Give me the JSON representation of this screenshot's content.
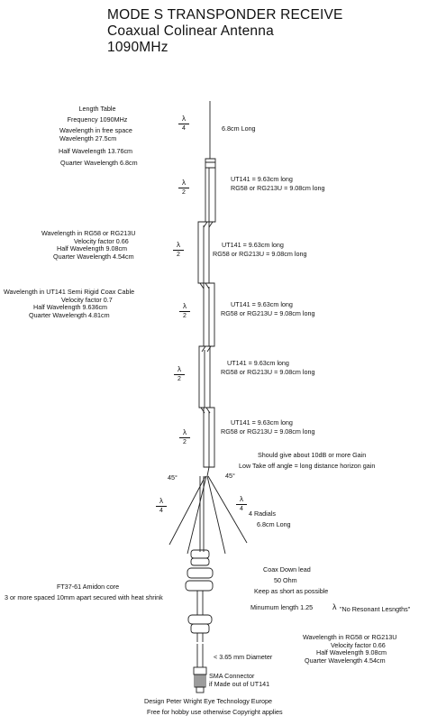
{
  "title": {
    "line1": "MODE S TRANSPONDER RECEIVE",
    "line2": "Coaxual Colinear Antenna",
    "line3": "1090MHz"
  },
  "length_table": {
    "heading": "Length Table",
    "frequency": "Frequency 1090MHz",
    "wl_free_1": "Wavelength in free space",
    "wl_free_2": "Wavelength 27.5cm",
    "half_wl": "Half Wavelength 13.76cm",
    "quarter_wl": "Quarter Wavelength 6.8cm"
  },
  "rg58_block_left": {
    "line1": "Wavelength in RG58 or RG213U",
    "line2": "Velocity factor 0.66",
    "line3": "Half Wavelength 9.08cm",
    "line4": "Quarter Wavelength 4.54cm"
  },
  "ut141_block": {
    "line1": "Wavelength in UT141 Semi Rigid Coax Cable",
    "line2": "Velocity factor 0.7",
    "line3": "Half Wavelength 9.636cm",
    "line4": "Quarter Wavelength 4.81cm"
  },
  "top_element": {
    "fraction_num": "λ",
    "fraction_den": "4",
    "label": "6.8cm Long"
  },
  "sections": [
    {
      "num": "λ",
      "den": "2",
      "ut141": "UT141 = 9.63cm long",
      "rg58": "RG58 or RG213U = 9.08cm long"
    },
    {
      "num": "λ",
      "den": "2",
      "ut141": "UT141 = 9.63cm long",
      "rg58": "RG58 or RG213U = 9.08cm long"
    },
    {
      "num": "λ",
      "den": "2",
      "ut141": "UT141 = 9.63cm long",
      "rg58": "RG58 or RG213U = 9.08cm long"
    },
    {
      "num": "λ",
      "den": "2",
      "ut141": "UT141 = 9.63cm long",
      "rg58": "RG58 or RG213U = 9.08cm long"
    },
    {
      "num": "λ",
      "den": "2",
      "ut141": "UT141 = 9.63cm long",
      "rg58": "RG58 or RG213U = 9.08cm long"
    }
  ],
  "gain": {
    "line1": "Should give about 10dB or more Gain",
    "line2": "Low Take off angle = long distance horizon gain"
  },
  "radials": {
    "angle_left": "45°",
    "angle_right": "45°",
    "num": "λ",
    "den": "4",
    "label1": "4 Radials",
    "label2": "6.8cm Long"
  },
  "coax_down": {
    "line1": "Coax Down lead",
    "line2": "50 Ohm",
    "line3": "Keep as short as possible",
    "min_length": "Minumum length 1.25",
    "lambda": "λ",
    "no_resonant": "\"No Resonant Lesngths\""
  },
  "ferrite": {
    "line1": "FT37-61 Amidon core",
    "line2": "3 or more spaced 10mm apart secured with heat shrink"
  },
  "rg58_block_right": {
    "line1": "Wavelength in RG58 or RG213U",
    "line2": "Velocity factor 0.66",
    "line3": "Half Wavelength 9.08cm",
    "line4": "Quarter Wavelength 4.54cm"
  },
  "diameter": "< 3.65 mm Diameter",
  "sma": {
    "line1": "SMA Connector",
    "line2": "if Made out of UT141"
  },
  "footer": {
    "line1": "Design  Peter Wright Eye Technology Europe",
    "line2": "Free for hobby use otherwise Copyright applies"
  }
}
